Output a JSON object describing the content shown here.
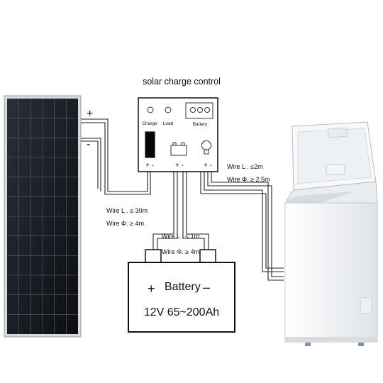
{
  "controller": {
    "title": "solar charge control",
    "charge_label": "Charge",
    "load_label": "Load",
    "battery_label": "Battery",
    "plus_minus": "+ -"
  },
  "panel": {
    "plus": "+",
    "minus": "-"
  },
  "wires": {
    "panel_length": "Wire L . ≤ 30m",
    "panel_diameter": "Wire Φ. ≥ 4m",
    "battery_length": "Wire L . ≤ 1m",
    "battery_diameter": "Wire Φ. ≥ 4m",
    "load_length": "Wire L . ≤2m",
    "load_diameter": "Wire Φ. ≥ 2.5m"
  },
  "battery": {
    "plus": "+",
    "name": "Battery",
    "minus": "–",
    "spec": "12V 65~200Ah"
  }
}
